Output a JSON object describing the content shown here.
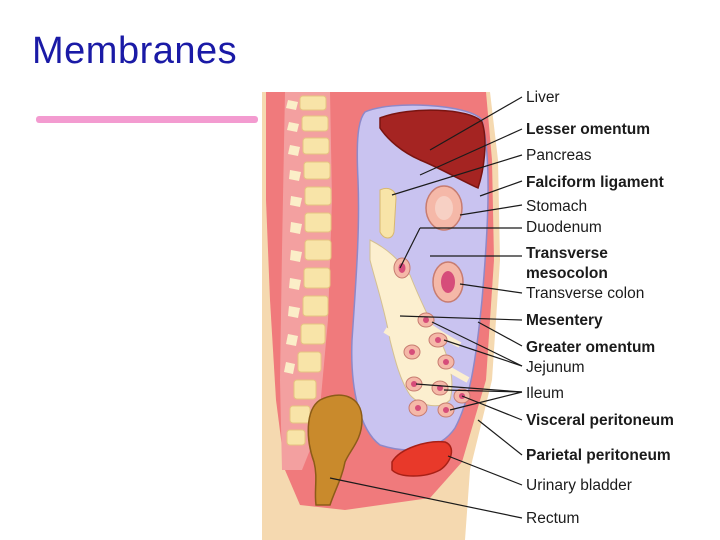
{
  "slide": {
    "title": "Membranes",
    "accent_color": "#f39bd0",
    "title_color": "#1a1aa6"
  },
  "diagram": {
    "labels": [
      {
        "text": "Liver",
        "bold": false
      },
      {
        "text": "Lesser omentum",
        "bold": true
      },
      {
        "text": "Pancreas",
        "bold": false
      },
      {
        "text": "Falciform ligament",
        "bold": true
      },
      {
        "text": "Stomach",
        "bold": false
      },
      {
        "text": "Duodenum",
        "bold": false
      },
      {
        "text": "Transverse",
        "bold": true
      },
      {
        "text": "mesocolon",
        "bold": true
      },
      {
        "text": "Transverse colon",
        "bold": false
      },
      {
        "text": "Mesentery",
        "bold": true
      },
      {
        "text": "Greater omentum",
        "bold": true
      },
      {
        "text": "Jejunum",
        "bold": false
      },
      {
        "text": "Ileum",
        "bold": false
      },
      {
        "text": "Visceral peritoneum",
        "bold": true
      },
      {
        "text": "Parietal peritoneum",
        "bold": true
      },
      {
        "text": "Urinary bladder",
        "bold": false
      },
      {
        "text": "Rectum",
        "bold": false
      }
    ],
    "colors": {
      "body_wall": "#f07a7c",
      "skin": "#f5d9b0",
      "vertebra": "#f8e4a8",
      "peritoneal_cavity": "#c9c3f0",
      "liver": "#a52422",
      "bladder": "#e8392a",
      "rectum": "#c98a2c",
      "intestine_wall": "#f5b8a8",
      "intestine_lumen": "#d64d7a",
      "membrane": "#fcefcf"
    }
  }
}
